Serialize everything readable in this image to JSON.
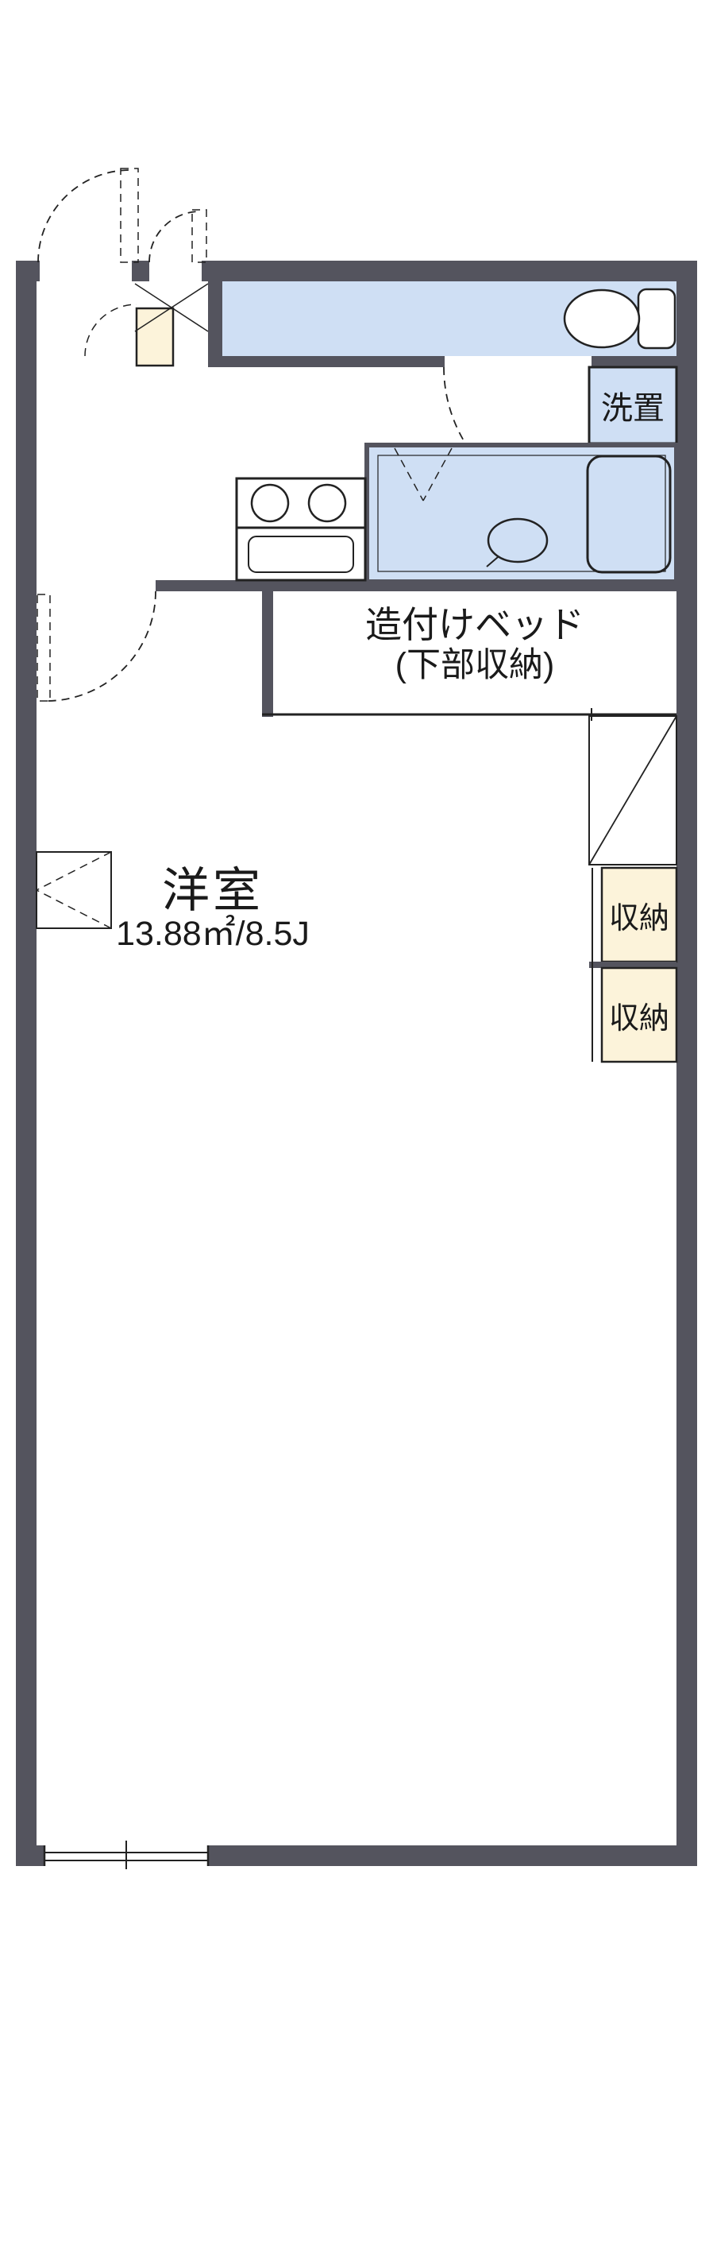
{
  "floorplan": {
    "labels": {
      "washer_space": "洗置",
      "built_in_bed_line1": "造付けベッド",
      "built_in_bed_line2": "(下部収納)",
      "main_room_name": "洋室",
      "main_room_size": "13.88㎡/8.5J",
      "storage_upper": "収納",
      "storage_lower": "収納"
    },
    "colors": {
      "wall": "#54545e",
      "water_room_fill": "#cfdff4",
      "storage_fill": "#fcf3da",
      "line": "#222222",
      "background": "#ffffff"
    }
  }
}
